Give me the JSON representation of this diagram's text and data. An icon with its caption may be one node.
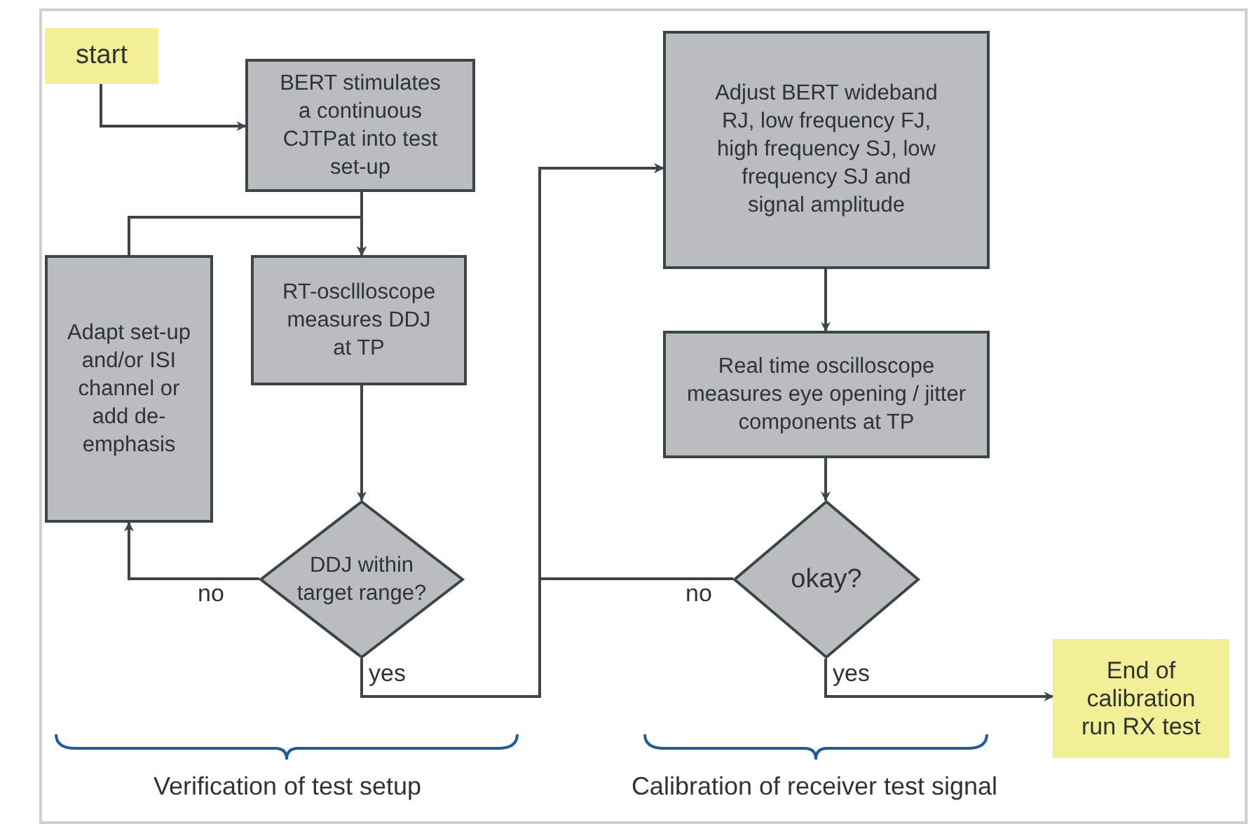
{
  "diagram": {
    "nodes": [
      {
        "text": [
          "start"
        ]
      },
      {
        "text": [
          "BERT stimulates a continuous CJTPat into test set-up"
        ]
      },
      {
        "text": [
          "Adapt set-up and/or ISI channel or add de-emphasis"
        ]
      },
      {
        "text": [
          "RT-oscllloscope measures DDJ at TP"
        ]
      },
      {
        "text": [
          "DDJ within target range?"
        ]
      },
      {
        "text": [
          "Adjust BERT wideband RJ, low frequency FJ, high frequency SJ, low frequency SJ and signal amplitude"
        ]
      },
      {
        "text": [
          "Real time oscilloscope measures eye opening / jitter components at TP"
        ]
      },
      {
        "text": [
          "okay?"
        ]
      },
      {
        "text": [
          "End of calibration run RX test"
        ]
      }
    ],
    "edges": [
      {
        "from": 0,
        "to": 1,
        "arrow": "to"
      },
      {
        "from": 1,
        "to": 3,
        "arrow": "to"
      },
      {
        "from": 2,
        "to": 3,
        "arrow": "to"
      },
      {
        "from": 3,
        "to": 4,
        "arrow": "to"
      },
      {
        "from": 4,
        "to": 2,
        "arrow": "to",
        "label": "no"
      },
      {
        "from": 4,
        "to": 5,
        "arrow": "to",
        "label": "yes"
      },
      {
        "from": 7,
        "to": 5,
        "arrow": "to",
        "label": "no"
      },
      {
        "from": 5,
        "to": 6,
        "arrow": "to"
      },
      {
        "from": 6,
        "to": 7,
        "arrow": "to"
      },
      {
        "from": 7,
        "to": 8,
        "arrow": "to",
        "label": "yes"
      }
    ],
    "labels": [
      "Verification of test setup",
      "Calibration of receiver test signal"
    ]
  }
}
